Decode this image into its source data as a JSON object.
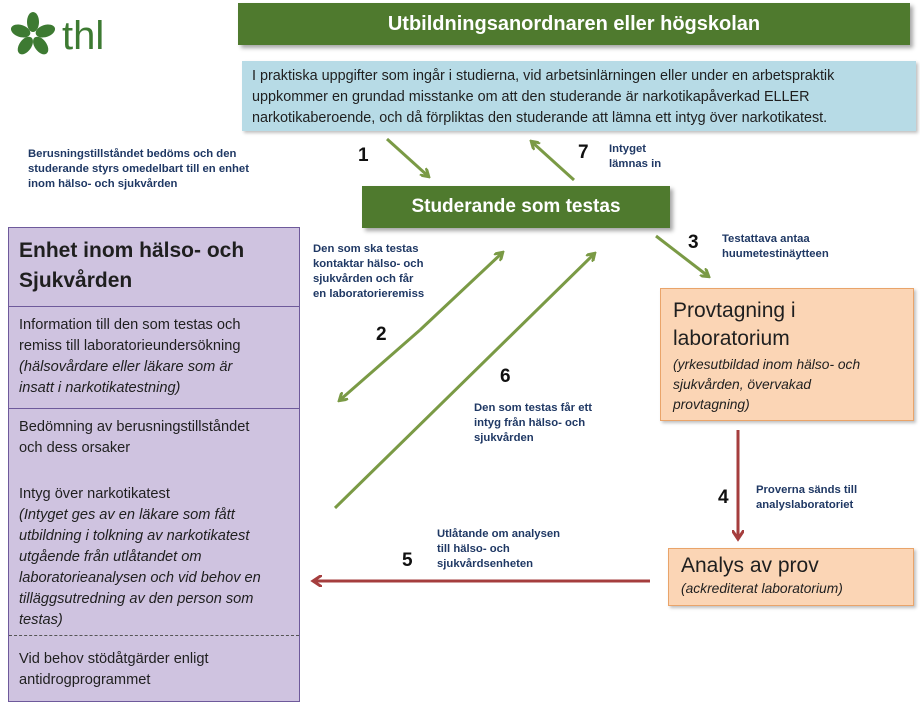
{
  "logo": {
    "text": "thl"
  },
  "header": {
    "title": "Utbildningsanordnaren eller högskolan"
  },
  "info_box": {
    "lines": [
      "I praktiska uppgifter som ingår i studierna, vid arbetsinlärningen eller under en arbetspraktik",
      "uppkommer en grundad misstanke om att den studerande är narkotikapåverkad ELLER",
      "narkotikaberoende, och då förpliktas den studerande att lämna ett intyg över narkotikatest."
    ]
  },
  "top_left_note": [
    "Berusningstillståndet bedöms och den",
    "studerande styrs omedelbart till en enhet",
    "inom hälso- och sjukvården"
  ],
  "student_box": {
    "title": "Studerande som testas"
  },
  "steps": {
    "s1": "1",
    "s2": "2",
    "s3": "3",
    "s4": "4",
    "s5": "5",
    "s6": "6",
    "s7": "7"
  },
  "labels": {
    "step7": [
      "Intyget",
      "lämnas in"
    ],
    "step3": [
      "Testattava antaa",
      "huumetestinäytteen"
    ],
    "step2": [
      "Den som ska testas",
      "kontaktar hälso- och",
      "sjukvården och får",
      "en laboratorieremiss"
    ],
    "step6": [
      "Den som testas får ett",
      "intyg från hälso- och",
      "sjukvården"
    ],
    "step4": [
      "Proverna sänds till",
      "analyslaboratoriet"
    ],
    "step5": [
      "Utlåtande om analysen",
      "till hälso- och",
      "sjukvårdsenheten"
    ]
  },
  "health_unit": {
    "title": [
      "Enhet inom hälso- och",
      "Sjukvården"
    ],
    "section1": {
      "text": [
        "Information till den som testas och",
        "remiss till laboratorieundersökning"
      ],
      "italic": [
        "(hälsovårdare eller läkare som är",
        "insatt i narkotikatestning)"
      ]
    },
    "section2": {
      "text": [
        "Bedömning av berusningstillståndet",
        "och dess orsaker"
      ]
    },
    "section3": {
      "text": [
        "Intyg över narkotikatest"
      ],
      "italic": [
        "(Intyget ges av en läkare som fått",
        "utbildning i tolkning av narkotikatest",
        "utgående från utlåtandet om",
        "laboratorieanalysen och vid behov en",
        "tilläggsutredning av den person som",
        "testas)"
      ]
    },
    "section4": {
      "text": [
        "Vid behov stödåtgärder enligt",
        "antidrogprogrammet"
      ]
    }
  },
  "lab_box": {
    "title": [
      "Provtagning i",
      "laboratorium"
    ],
    "subtitle": [
      "(yrkesutbildad inom hälso- och",
      "sjukvården, övervakad",
      "provtagning)"
    ]
  },
  "analysis_box": {
    "title": "Analys av prov",
    "subtitle": "(ackrediterat laboratorium)"
  },
  "colors": {
    "green_dark": "#4f7a2e",
    "green_arrow": "#7a9a45",
    "red_arrow": "#a53e3e",
    "blue_box": "#b7dbe6",
    "purple_box": "#cfc3e0",
    "orange_box": "#fbd5b5",
    "navy_text": "#1f3864"
  }
}
